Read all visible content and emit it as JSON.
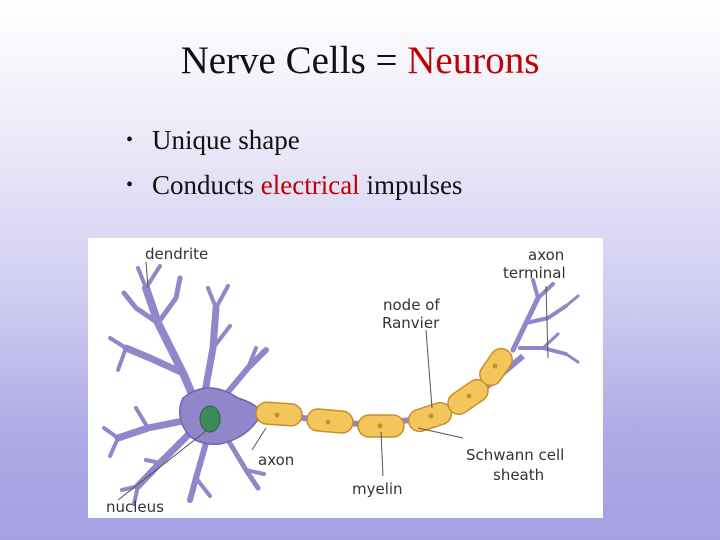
{
  "slide": {
    "title": {
      "prefix": "Nerve Cells = ",
      "accent": "Neurons",
      "accent_color": "#c00000"
    },
    "bullets": [
      {
        "before": "Unique shape",
        "accent": "",
        "after": ""
      },
      {
        "before": "Conducts ",
        "accent": "electrical",
        "after": " impulses"
      }
    ]
  },
  "diagram": {
    "labels": {
      "dendrite": "dendrite",
      "axon_terminal_line1": "axon",
      "axon_terminal_line2": "terminal",
      "node_line1": "node of",
      "node_line2": "Ranvier",
      "axon": "axon",
      "schwann_line1": "Schwann cell",
      "schwann_line2": "sheath",
      "myelin": "myelin",
      "nucleus": "nucleus"
    },
    "colors": {
      "neuron": "#8f87c9",
      "neuron_outline": "#6e66ad",
      "myelin": "#f2c65a",
      "myelin_outline": "#c98f2c",
      "nucleus": "#3f8a5c"
    }
  }
}
